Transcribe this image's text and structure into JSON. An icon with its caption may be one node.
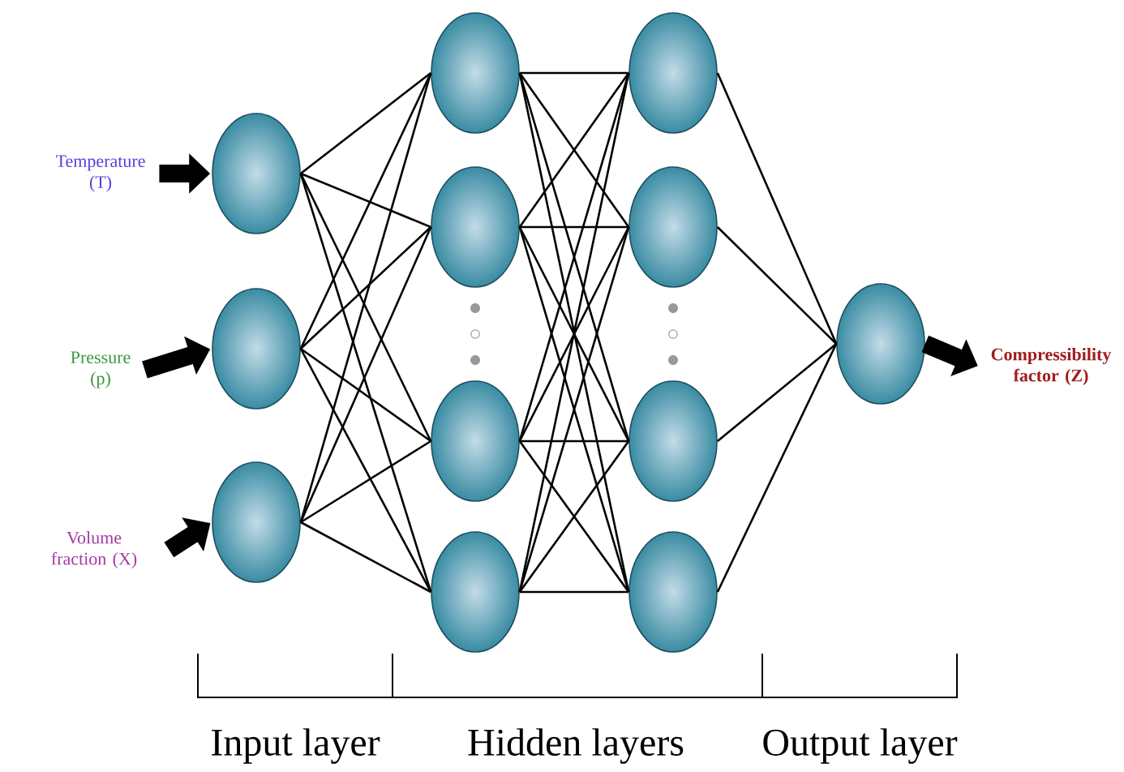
{
  "diagram": {
    "nodes": [
      {
        "text": [
          "Temperature (T)"
        ]
      },
      {
        "text": [
          "Pressure (p)"
        ]
      },
      {
        "text": [
          "Volume fraction (X)"
        ]
      },
      {
        "text": [],
        "shape": "circle"
      },
      {
        "text": [],
        "shape": "circle"
      },
      {
        "text": [],
        "shape": "circle"
      },
      {
        "text": [],
        "shape": "circle"
      },
      {
        "text": [],
        "shape": "circle"
      },
      {
        "text": [],
        "shape": "circle"
      },
      {
        "text": [],
        "shape": "circle"
      },
      {
        "text": [],
        "shape": "circle"
      },
      {
        "text": [],
        "shape": "circle"
      },
      {
        "text": [],
        "shape": "circle"
      },
      {
        "text": [],
        "shape": "circle"
      },
      {
        "text": [],
        "shape": "circle"
      },
      {
        "text": [
          "**Compressibility factor (Z)**"
        ]
      }
    ],
    "edges": [
      {
        "from": 0,
        "to": 3,
        "arrow": "to",
        "style": "thick"
      },
      {
        "from": 1,
        "to": 4,
        "arrow": "to",
        "style": "thick"
      },
      {
        "from": 2,
        "to": 5,
        "arrow": "to",
        "style": "thick"
      },
      {
        "from": 3,
        "to": 6,
        "arrow": "none"
      },
      {
        "from": 3,
        "to": 7,
        "arrow": "none"
      },
      {
        "from": 3,
        "to": 8,
        "arrow": "none"
      },
      {
        "from": 3,
        "to": 9,
        "arrow": "none"
      },
      {
        "from": 4,
        "to": 6,
        "arrow": "none"
      },
      {
        "from": 4,
        "to": 7,
        "arrow": "none"
      },
      {
        "from": 4,
        "to": 8,
        "arrow": "none"
      },
      {
        "from": 4,
        "to": 9,
        "arrow": "none"
      },
      {
        "from": 5,
        "to": 6,
        "arrow": "none"
      },
      {
        "from": 5,
        "to": 7,
        "arrow": "none"
      },
      {
        "from": 5,
        "to": 8,
        "arrow": "none"
      },
      {
        "from": 5,
        "to": 9,
        "arrow": "none"
      },
      {
        "from": 6,
        "to": 10,
        "arrow": "none"
      },
      {
        "from": 6,
        "to": 11,
        "arrow": "none"
      },
      {
        "from": 6,
        "to": 12,
        "arrow": "none"
      },
      {
        "from": 6,
        "to": 13,
        "arrow": "none"
      },
      {
        "from": 7,
        "to": 10,
        "arrow": "none"
      },
      {
        "from": 7,
        "to": 11,
        "arrow": "none"
      },
      {
        "from": 7,
        "to": 12,
        "arrow": "none"
      },
      {
        "from": 7,
        "to": 13,
        "arrow": "none"
      },
      {
        "from": 8,
        "to": 10,
        "arrow": "none"
      },
      {
        "from": 8,
        "to": 11,
        "arrow": "none"
      },
      {
        "from": 8,
        "to": 12,
        "arrow": "none"
      },
      {
        "from": 8,
        "to": 13,
        "arrow": "none"
      },
      {
        "from": 9,
        "to": 10,
        "arrow": "none"
      },
      {
        "from": 9,
        "to": 11,
        "arrow": "none"
      },
      {
        "from": 9,
        "to": 12,
        "arrow": "none"
      },
      {
        "from": 9,
        "to": 13,
        "arrow": "none"
      },
      {
        "from": 10,
        "to": 14,
        "arrow": "none"
      },
      {
        "from": 11,
        "to": 14,
        "arrow": "none"
      },
      {
        "from": 12,
        "to": 14,
        "arrow": "none"
      },
      {
        "from": 13,
        "to": 14,
        "arrow": "none"
      },
      {
        "from": 14,
        "to": 15,
        "arrow": "to",
        "style": "thick"
      }
    ],
    "labels": [
      "Input layer",
      "Hidden layers",
      "Output layer"
    ]
  }
}
